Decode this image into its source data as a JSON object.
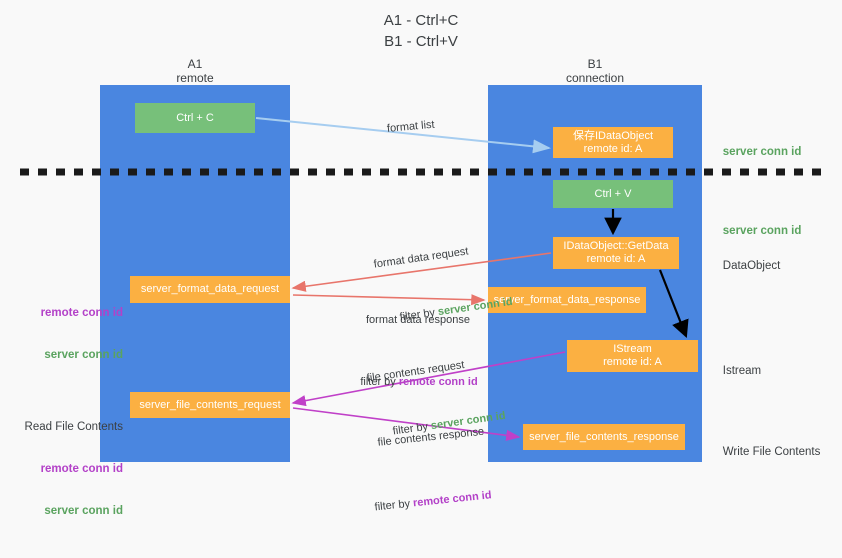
{
  "title": "A1 - Ctrl+C\nB1 - Ctrl+V",
  "lanes": [
    {
      "id": "a1",
      "name": "A1",
      "sub": "remote",
      "header": "A1\nremote"
    },
    {
      "id": "b1",
      "name": "B1",
      "sub": "connection",
      "header": "B1\nconnection"
    }
  ],
  "boxes": {
    "ctrl_c": "Ctrl + C",
    "ctrl_v": "Ctrl + V",
    "idataobject_save": "保存IDataObject\nremote id: A",
    "getdata": "IDataObject::GetData\nremote id: A",
    "istream": "IStream\nremote id: A",
    "server_format_data_request": "server_format_data_request",
    "server_format_data_response": "server_format_data_response",
    "server_file_contents_request": "server_file_contents_request",
    "server_file_contents_response": "server_file_contents_response"
  },
  "flow_labels": {
    "format_list": "format list",
    "format_data_request": "format data request",
    "format_data_request_filter_prefix": "filter by ",
    "format_data_request_filter_value": "server conn id",
    "format_data_response": "format data response",
    "format_data_response_filter_prefix": "filter by ",
    "format_data_response_filter_value": "remote conn id",
    "file_contents_request": "file contents request",
    "file_contents_request_filter_prefix": "filter by ",
    "file_contents_request_filter_value": "server conn id",
    "file_contents_response": "file contents response",
    "file_contents_response_filter_prefix": "filter by ",
    "file_contents_response_filter_value": "remote conn id"
  },
  "annotations": {
    "server_conn_id_top": "server conn id",
    "server_conn_id_second": "server conn id",
    "dataobject": "DataObject",
    "istream": "Istream",
    "write_file_contents": "Write File Contents",
    "read_file_contents": "Read File Contents",
    "remote_conn_id": "remote conn id",
    "server_conn_id": "server conn id"
  },
  "colors": {
    "lane_blue": "#4a86e0",
    "box_green": "#77c07a",
    "box_orange": "#fbb042",
    "server_conn_green": "#5aa35f",
    "remote_conn_purple": "#b341c8",
    "arrow_light_blue": "#a6cdf0",
    "arrow_red": "#e8756b",
    "arrow_magenta": "#c040c8",
    "arrow_black": "#000000",
    "background": "#f9f9f9",
    "text": "#3c4043"
  },
  "divider": {
    "style": "dashed",
    "color": "#1a1a1a"
  }
}
